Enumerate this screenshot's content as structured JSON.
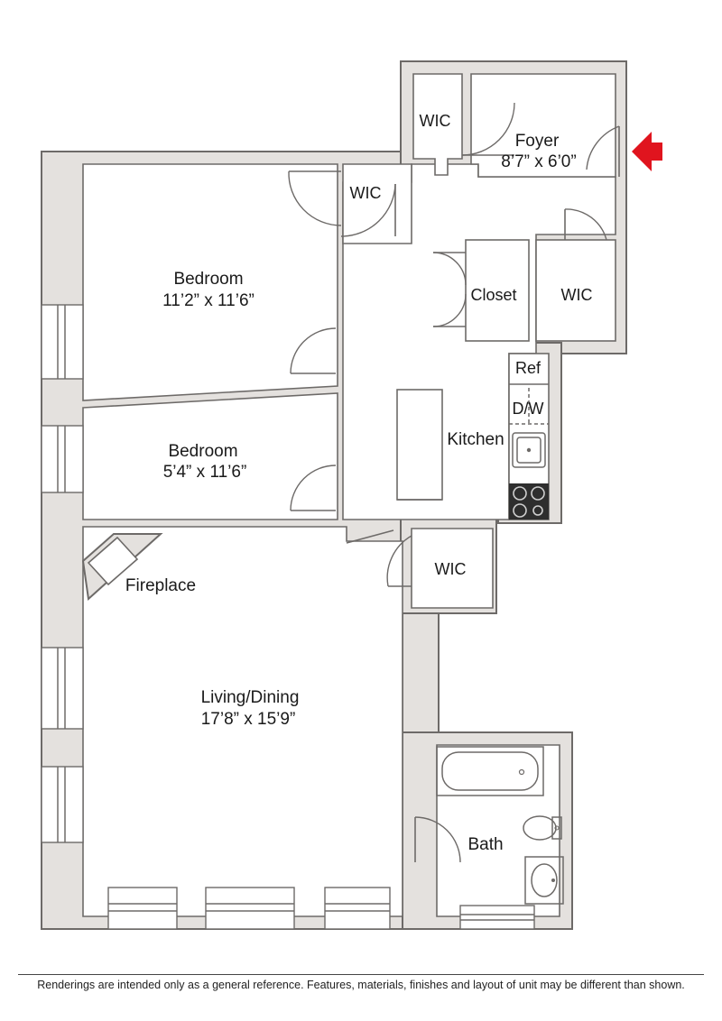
{
  "rooms": {
    "foyer": {
      "name": "Foyer",
      "size": "8’7” x 6’0”"
    },
    "bedroom_1": {
      "name": "Bedroom",
      "size": "11’2” x 11’6”"
    },
    "bedroom_2": {
      "name": "Bedroom",
      "size": "5’4” x 11’6”"
    },
    "living": {
      "name": "Living/Dining",
      "size": "17’8” x 15’9”"
    },
    "kitchen": {
      "name": "Kitchen"
    },
    "bath": {
      "name": "Bath"
    }
  },
  "fixtures": {
    "wic_foyer": "WIC",
    "wic_bedroom": "WIC",
    "wic_hall": "WIC",
    "wic_living": "WIC",
    "closet": "Closet",
    "ref": "Ref",
    "dw": "D/W",
    "fireplace": "Fireplace"
  },
  "entry_arrow": {
    "color": "#e0141e",
    "icon": "entry-arrow-icon"
  },
  "disclaimer": "Renderings are intended only as a general reference. Features, materials, finishes and layout of unit may be different than shown."
}
